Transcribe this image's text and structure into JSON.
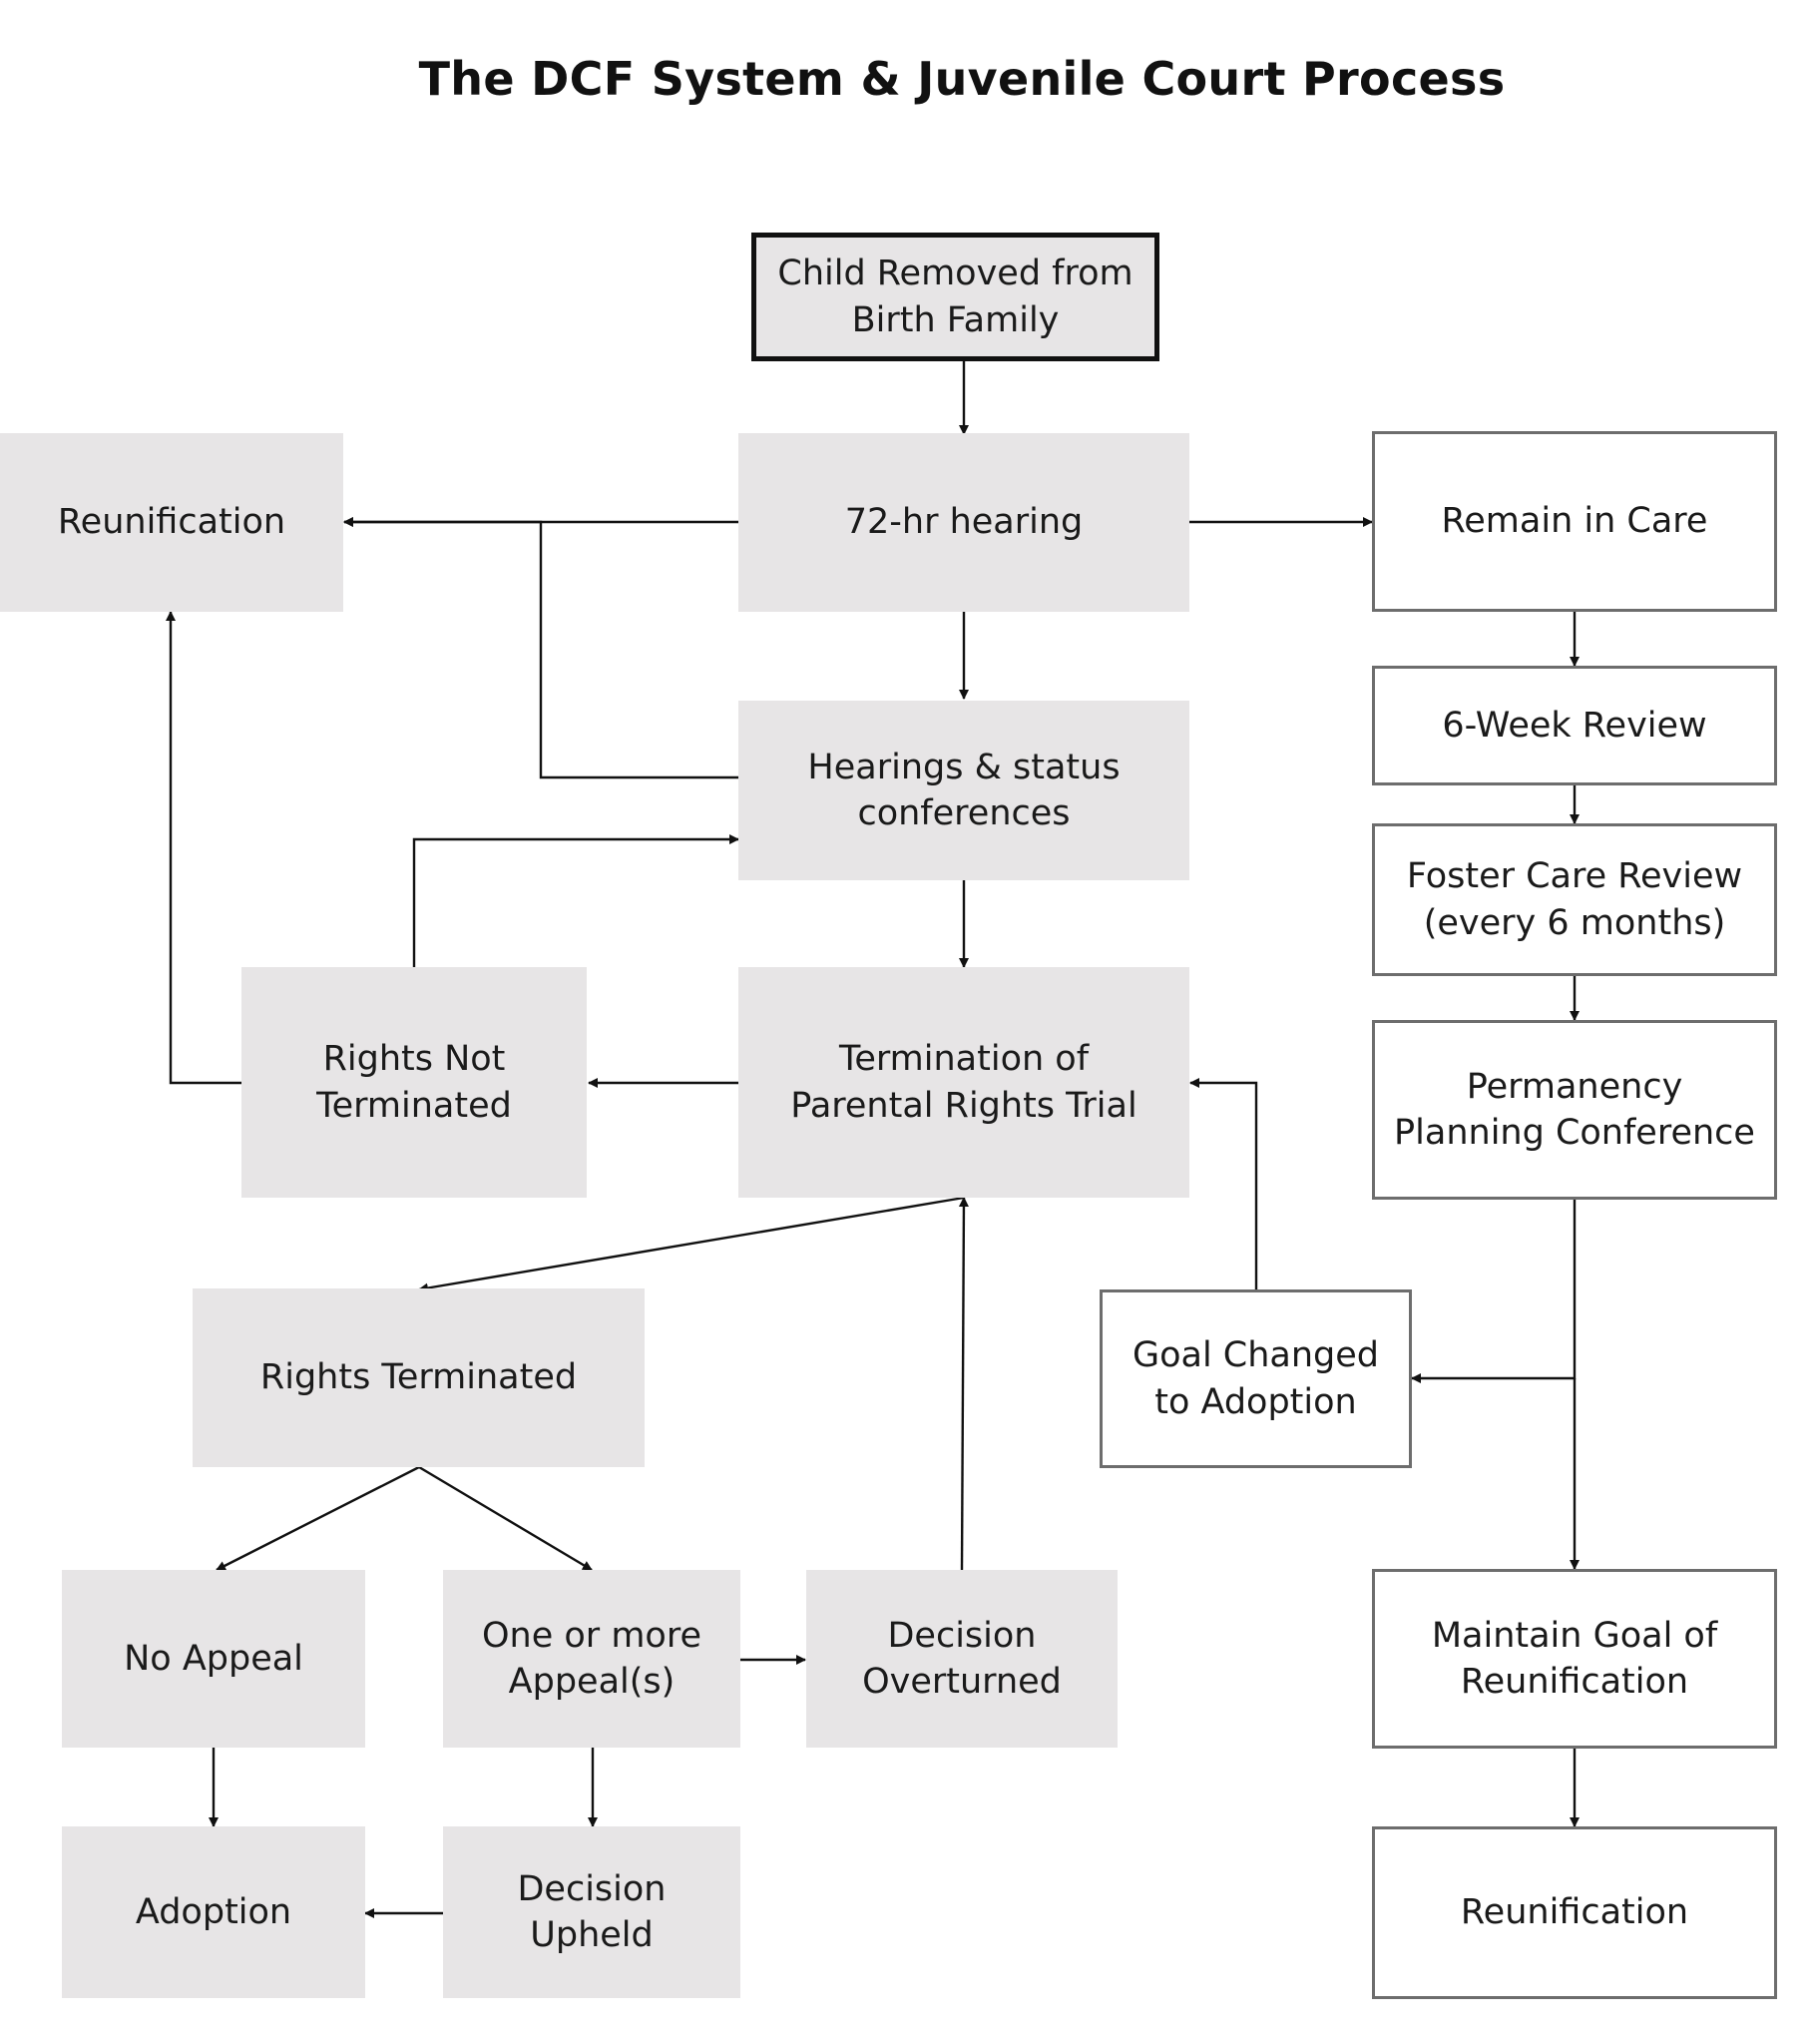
{
  "title": "The DCF System & Juvenile Court Process",
  "nodes": {
    "child_removed": "Child Removed from\nBirth Family",
    "hearing_72hr": "72-hr hearing",
    "reunification_top": "Reunification",
    "remain_in_care": "Remain in Care",
    "hearings_status": "Hearings & status\nconferences",
    "six_week_review": "6-Week Review",
    "foster_care_review": "Foster Care Review\n(every 6 months)",
    "permanency_planning": "Permanency\nPlanning Conference",
    "rights_not_terminated": "Rights Not\nTerminated",
    "tpr_trial": "Termination of\nParental Rights Trial",
    "rights_terminated": "Rights Terminated",
    "goal_changed": "Goal Changed\nto Adoption",
    "no_appeal": "No Appeal",
    "appeals": "One or more\nAppeal(s)",
    "decision_overturned": "Decision\nOverturned",
    "maintain_goal": "Maintain Goal of\nReunification",
    "adoption": "Adoption",
    "decision_upheld": "Decision\nUpheld",
    "reunification_bottom": "Reunification"
  },
  "edges": [
    {
      "from": "child_removed",
      "to": "hearing_72hr"
    },
    {
      "from": "hearing_72hr",
      "to": "reunification_top"
    },
    {
      "from": "hearing_72hr",
      "to": "remain_in_care"
    },
    {
      "from": "hearing_72hr",
      "to": "hearings_status"
    },
    {
      "from": "hearings_status",
      "to": "reunification_top"
    },
    {
      "from": "hearings_status",
      "to": "tpr_trial"
    },
    {
      "from": "tpr_trial",
      "to": "rights_not_terminated"
    },
    {
      "from": "rights_not_terminated",
      "to": "reunification_top"
    },
    {
      "from": "rights_not_terminated",
      "to": "hearings_status"
    },
    {
      "from": "tpr_trial",
      "to": "rights_terminated"
    },
    {
      "from": "rights_terminated",
      "to": "no_appeal"
    },
    {
      "from": "rights_terminated",
      "to": "appeals"
    },
    {
      "from": "appeals",
      "to": "decision_overturned"
    },
    {
      "from": "decision_overturned",
      "to": "tpr_trial"
    },
    {
      "from": "appeals",
      "to": "decision_upheld"
    },
    {
      "from": "no_appeal",
      "to": "adoption"
    },
    {
      "from": "decision_upheld",
      "to": "adoption"
    },
    {
      "from": "remain_in_care",
      "to": "six_week_review"
    },
    {
      "from": "six_week_review",
      "to": "foster_care_review"
    },
    {
      "from": "foster_care_review",
      "to": "permanency_planning"
    },
    {
      "from": "permanency_planning",
      "to": "goal_changed"
    },
    {
      "from": "permanency_planning",
      "to": "maintain_goal"
    },
    {
      "from": "goal_changed",
      "to": "tpr_trial"
    },
    {
      "from": "maintain_goal",
      "to": "reunification_bottom"
    }
  ]
}
